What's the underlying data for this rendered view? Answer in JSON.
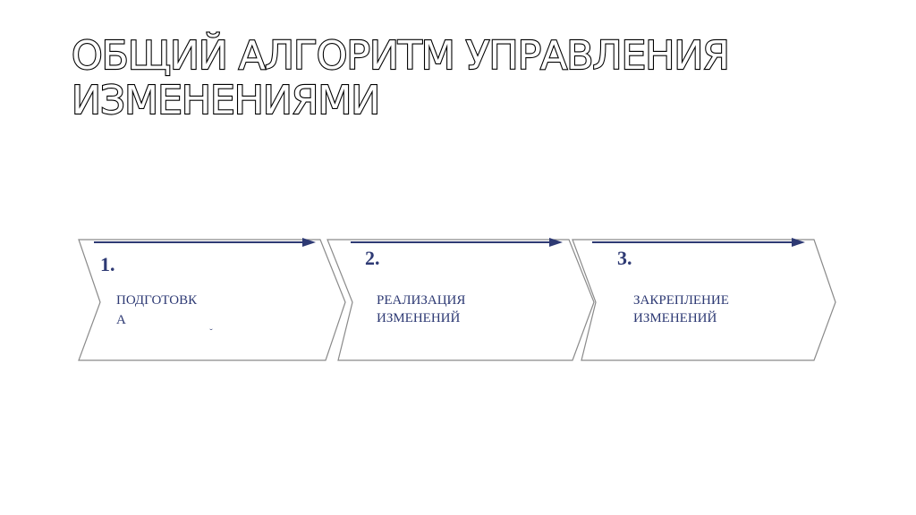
{
  "slide": {
    "title_line1": "ОБЩИЙ АЛГОРИТМ УПРАВЛЕНИЯ",
    "title_line2": "ИЗМЕНЕНИЯМИ"
  },
  "steps": [
    {
      "number": "1.",
      "label_line1": "ПОДГОТОВК",
      "label_line2": "А",
      "stray_mark": "̆"
    },
    {
      "number": "2.",
      "label_line1": "РЕАЛИЗАЦИЯ",
      "label_line2": "ИЗМЕНЕНИЙ"
    },
    {
      "number": "3.",
      "label_line1": "ЗАКРЕПЛЕНИЕ",
      "label_line2": "ИЗМЕНЕНИЙ"
    }
  ],
  "colors": {
    "arrow": "#2e3a74",
    "text": "#2e3a74",
    "shape_border": "#8a8a8a"
  }
}
